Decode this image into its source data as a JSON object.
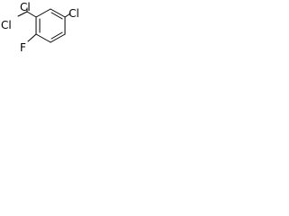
{
  "molecule": {
    "atoms": {
      "cl_dichloromethyl_left": "Cl",
      "cl_dichloromethyl_top": "Cl",
      "cl_ring": "Cl",
      "fluorine": "F"
    }
  }
}
